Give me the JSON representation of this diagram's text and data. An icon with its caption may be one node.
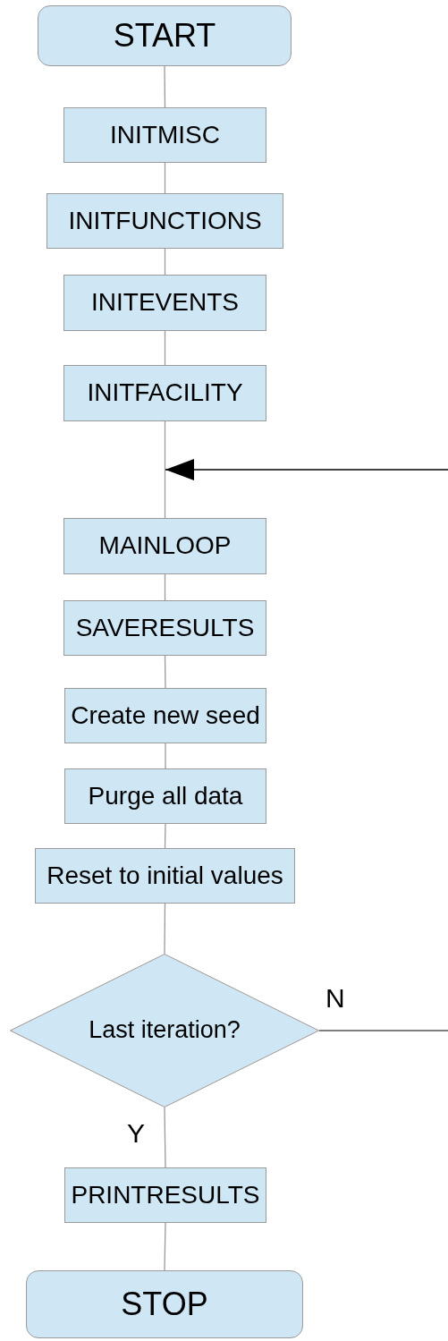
{
  "diagram": {
    "nodes": [
      {
        "text": [
          "START"
        ]
      },
      {
        "text": [
          "INITMISC"
        ]
      },
      {
        "text": [
          "INITFUNCTIONS"
        ]
      },
      {
        "text": [
          "INITEVENTS"
        ]
      },
      {
        "text": [
          "INITFACILITY"
        ]
      },
      {
        "text": [
          "MAINLOOP"
        ]
      },
      {
        "text": [
          "SAVERESULTS"
        ]
      },
      {
        "text": [
          "Create new seed"
        ]
      },
      {
        "text": [
          "Purge all data"
        ]
      },
      {
        "text": [
          "Reset to initial values"
        ]
      },
      {
        "text": [
          "Last iteration?"
        ]
      },
      {
        "text": [
          "PRINTRESULTS"
        ]
      },
      {
        "text": [
          "STOP"
        ]
      }
    ],
    "edges": [
      {
        "from": 0,
        "to": 1,
        "arrow": "none"
      },
      {
        "from": 1,
        "to": 2,
        "arrow": "none"
      },
      {
        "from": 2,
        "to": 3,
        "arrow": "none"
      },
      {
        "from": 3,
        "to": 4,
        "arrow": "none"
      },
      {
        "from": 4,
        "to": 5,
        "arrow": "none"
      },
      {
        "from": 5,
        "to": 6,
        "arrow": "none"
      },
      {
        "from": 6,
        "to": 7,
        "arrow": "none"
      },
      {
        "from": 7,
        "to": 8,
        "arrow": "none"
      },
      {
        "from": 8,
        "to": 9,
        "arrow": "none"
      },
      {
        "from": 9,
        "to": 10,
        "arrow": "none"
      },
      {
        "from": 10,
        "to": 11,
        "label": "Y",
        "arrow": "none"
      },
      {
        "from": 11,
        "to": 12,
        "arrow": "none"
      },
      {
        "from": 10,
        "to": null,
        "label": "N",
        "arrow": "none",
        "color": "#555555"
      },
      {
        "from": null,
        "to": 5,
        "arrow": "to",
        "color": "#000000"
      }
    ]
  }
}
